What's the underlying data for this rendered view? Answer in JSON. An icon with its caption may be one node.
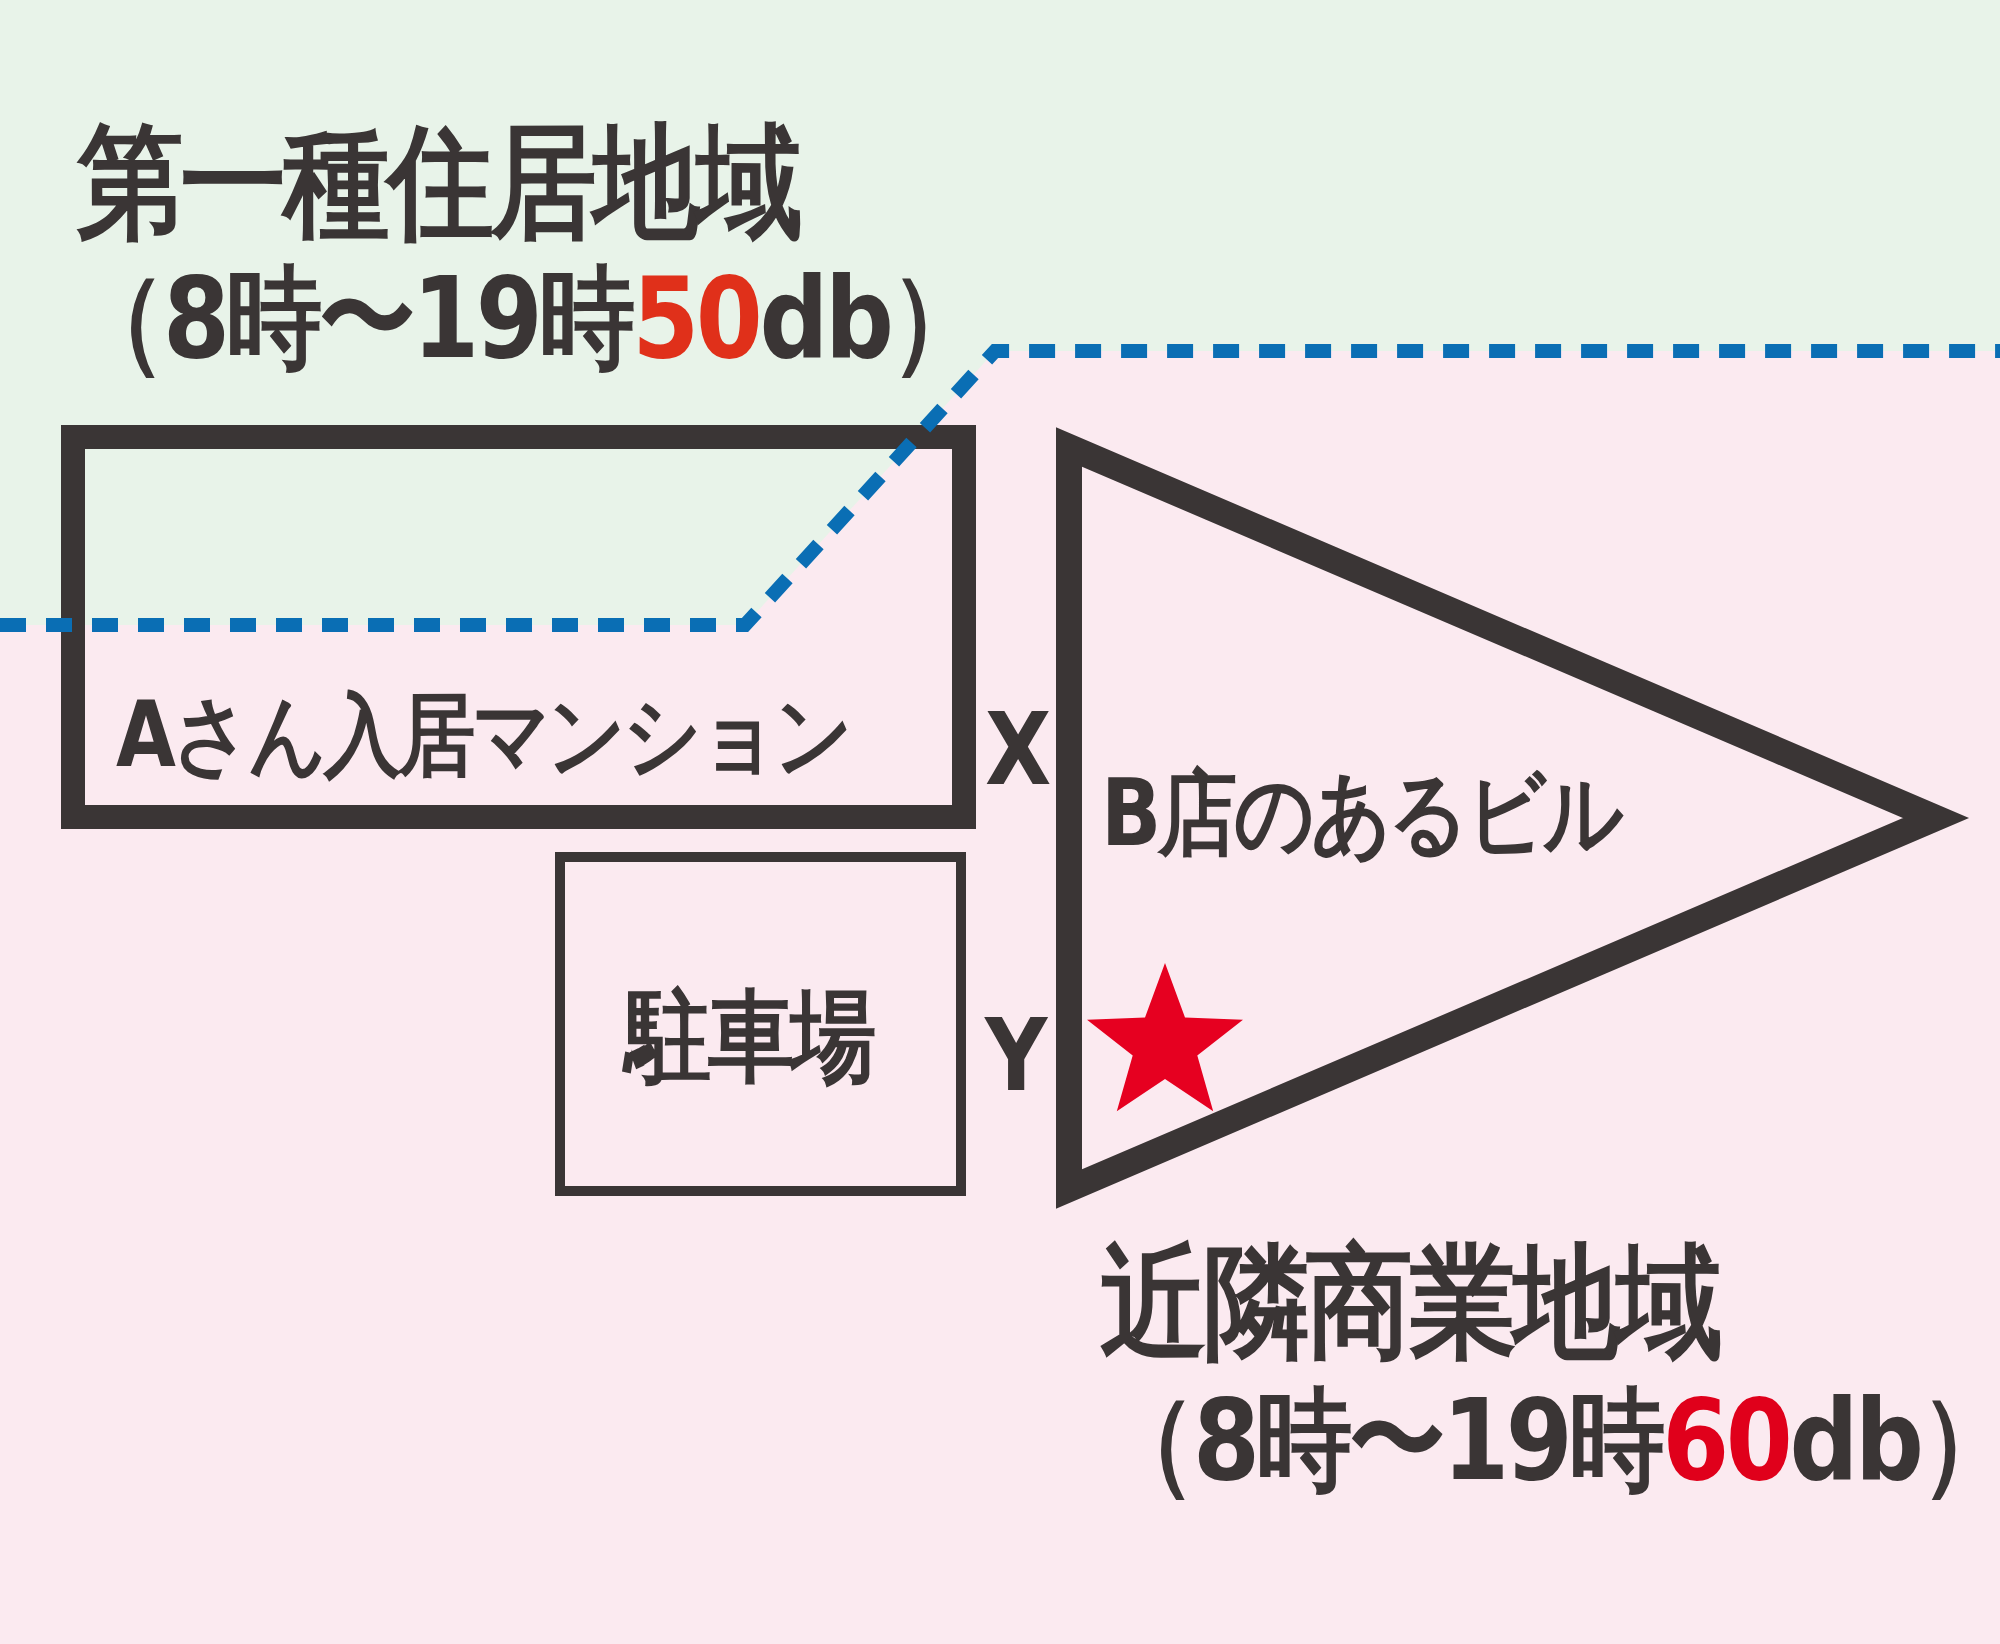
{
  "diagram": {
    "nodes": [
      {
        "text": [
          "Aさん入居マンション"
        ]
      },
      {
        "text": [
          "駐車場"
        ]
      },
      {
        "text": [
          "B店のあるビル"
        ]
      }
    ],
    "labels": [
      "第一種住居地域",
      "（8時〜19時**50**db）",
      "X",
      "Y",
      "近隣商業地域",
      "（8時〜19時**60**db）"
    ]
  }
}
